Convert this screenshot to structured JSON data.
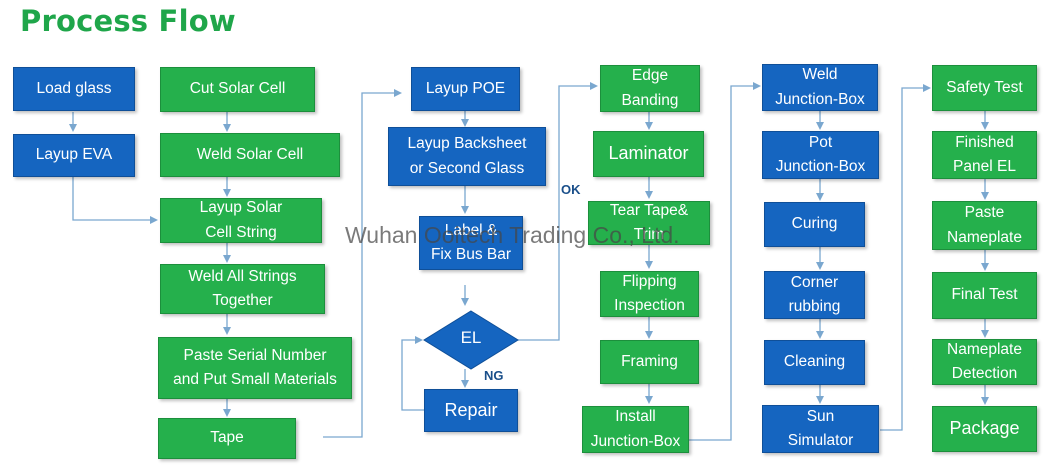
{
  "title": "Process Flow",
  "watermark": "Wuhan Ooitech Trading Co., Ltd.",
  "colors": {
    "title": "#1fa64a",
    "green": "#25b04c",
    "blue": "#1565c0",
    "connector": "#7aa7cf"
  },
  "nodes": {
    "load_glass": "Load glass",
    "layup_eva": "Layup EVA",
    "cut_solar_cell": "Cut Solar Cell",
    "weld_solar_cell": "Weld Solar Cell",
    "layup_solar_cell_string": "Layup Solar\nCell String",
    "weld_all_strings": "Weld All Strings\nTogether",
    "paste_serial_number": "Paste Serial Number\nand Put Small Materials",
    "tape": "Tape",
    "layup_poe": "Layup POE",
    "layup_backsheet": "Layup Backsheet\nor Second Glass",
    "label_fix_bus_bar": "Label &\nFix Bus Bar",
    "el": "EL",
    "repair": "Repair",
    "edge_banding": "Edge\nBanding",
    "laminator": "Laminator",
    "tear_tape_trim": "Tear Tape&\nTrim",
    "flipping_inspection": "Flipping\nInspection",
    "framing": "Framing",
    "install_junction_box": "Install\nJunction-Box",
    "weld_junction_box": "Weld\nJunction-Box",
    "pot_junction_box": "Pot\nJunction-Box",
    "curing": "Curing",
    "corner_rubbing": "Corner\nrubbing",
    "cleaning": "Cleaning",
    "sun_simulator": "Sun\nSimulator",
    "safety_test": "Safety Test",
    "finished_panel_el": "Finished\nPanel EL",
    "paste_nameplate": "Paste\nNameplate",
    "final_test": "Final Test",
    "nameplate_detection": "Nameplate\nDetection",
    "package": "Package"
  },
  "edge_labels": {
    "ok": "OK",
    "ng": "NG"
  }
}
